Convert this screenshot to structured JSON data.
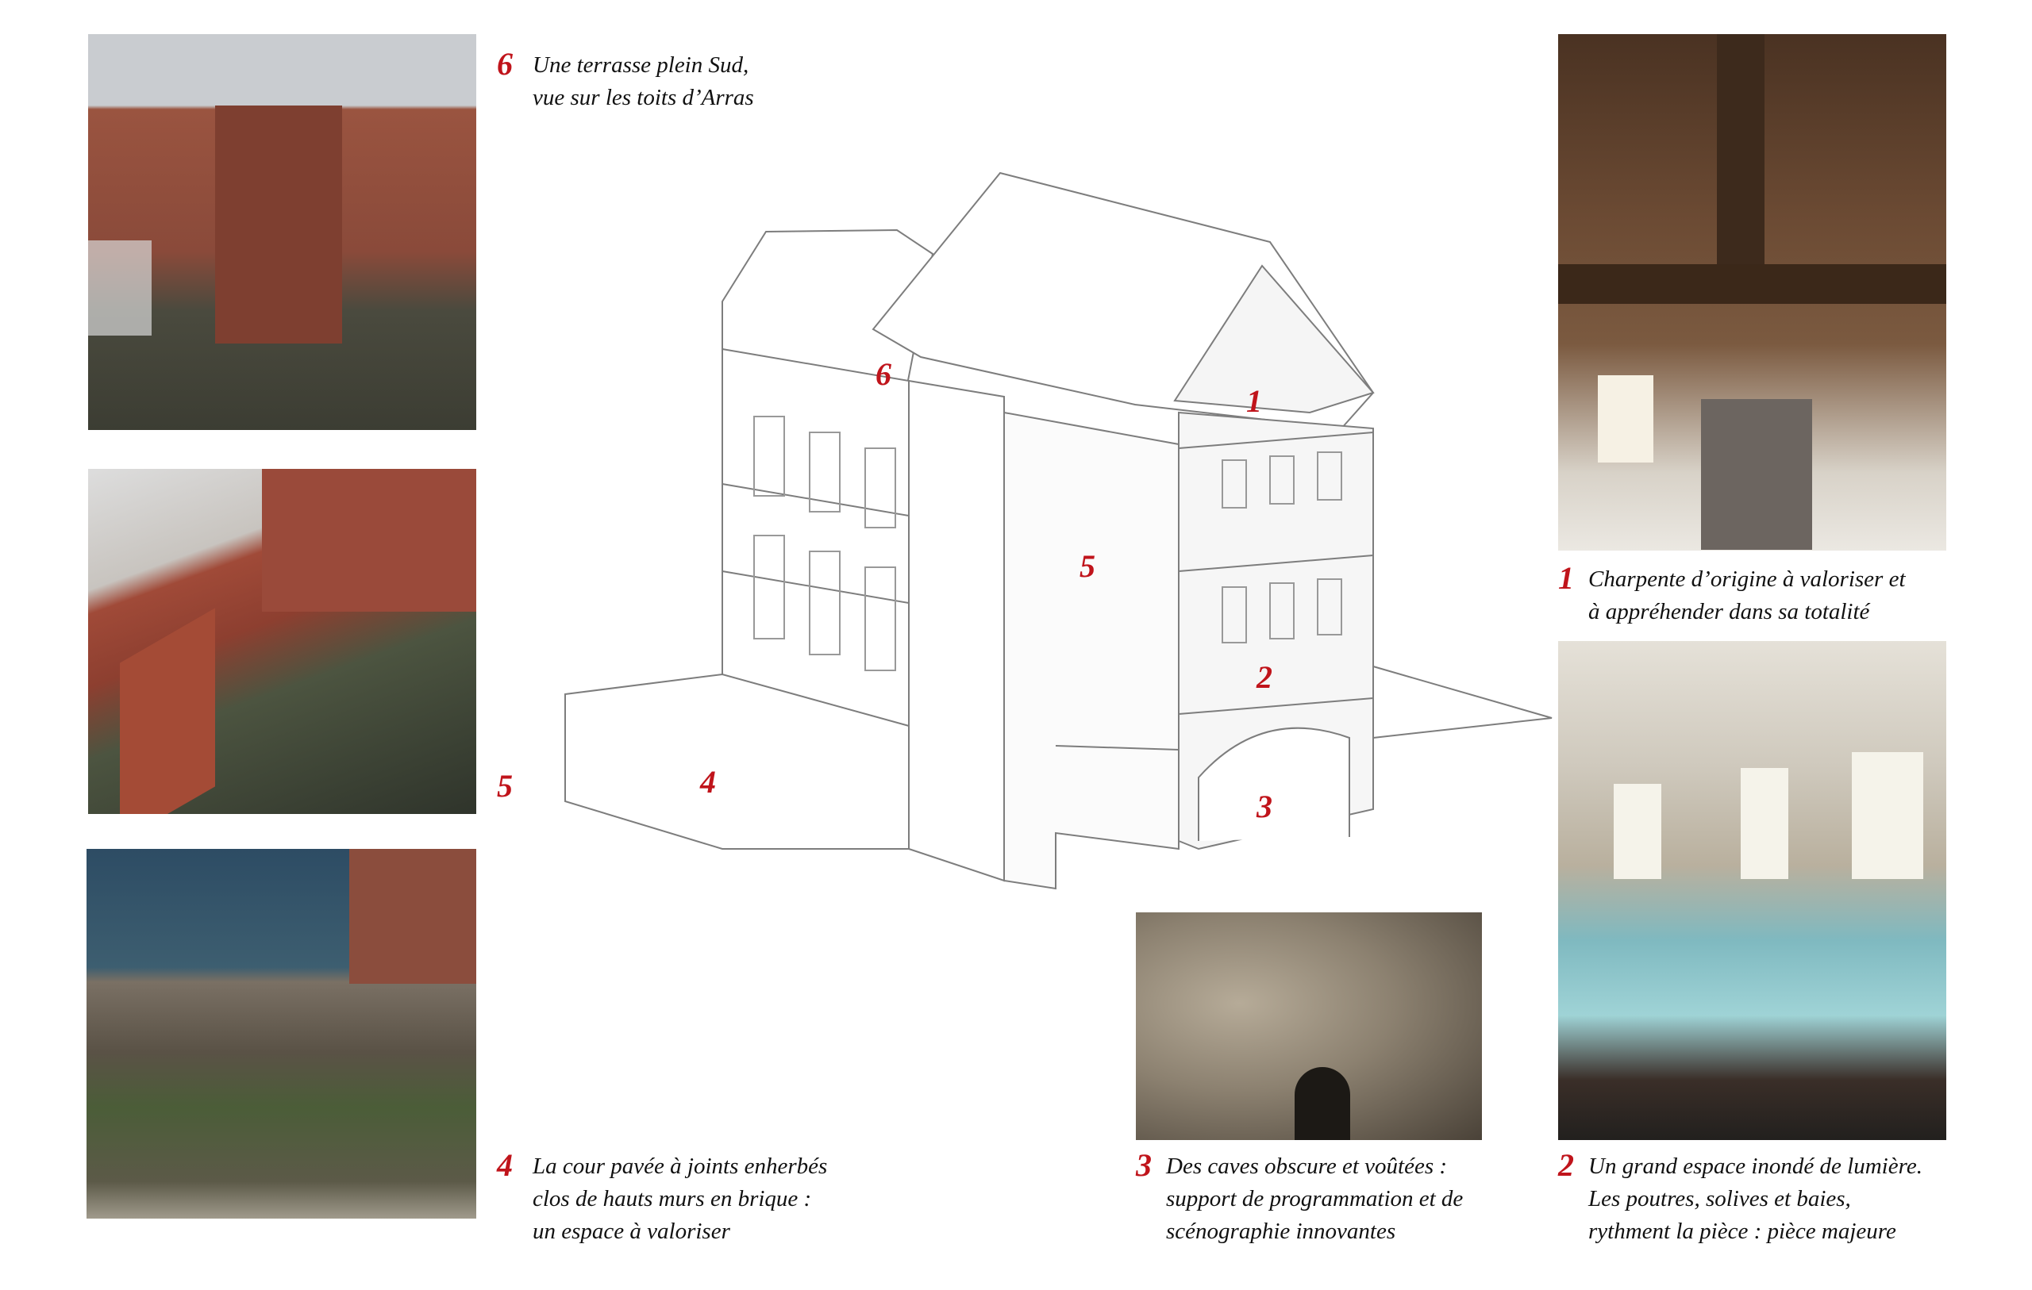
{
  "accent_color": "#c0141b",
  "photos": [
    {
      "id": "6",
      "subject": "terrasse"
    },
    {
      "id": "5",
      "subject": "toiture"
    },
    {
      "id": "4",
      "subject": "cour"
    },
    {
      "id": "1",
      "subject": "charpente"
    },
    {
      "id": "2",
      "subject": "grand espace"
    },
    {
      "id": "3",
      "subject": "caves"
    }
  ],
  "captions": {
    "c6": {
      "num": "6",
      "text": "Une terrasse plein Sud,\n vue sur les toits d’Arras"
    },
    "c5": {
      "num": "5"
    },
    "c4": {
      "num": "4",
      "text": "La cour pavée à joints enherbés\nclos de hauts murs en brique :\nun espace à valoriser"
    },
    "c1": {
      "num": "1",
      "text": "Charpente d’origine à valoriser et\nà appréhender dans sa totalité"
    },
    "c3": {
      "num": "3",
      "text": "Des caves obscure et voûtées :\nsupport de programmation et de\nscénographie innovantes"
    },
    "c2": {
      "num": "2",
      "text": "Un grand espace inondé de lumière.\nLes poutres, solives et baies,\nrythment la pièce : pièce majeure"
    }
  },
  "diagram_labels": {
    "l1": "1",
    "l2": "2",
    "l3": "3",
    "l4": "4",
    "l5": "5",
    "l6": "6"
  }
}
